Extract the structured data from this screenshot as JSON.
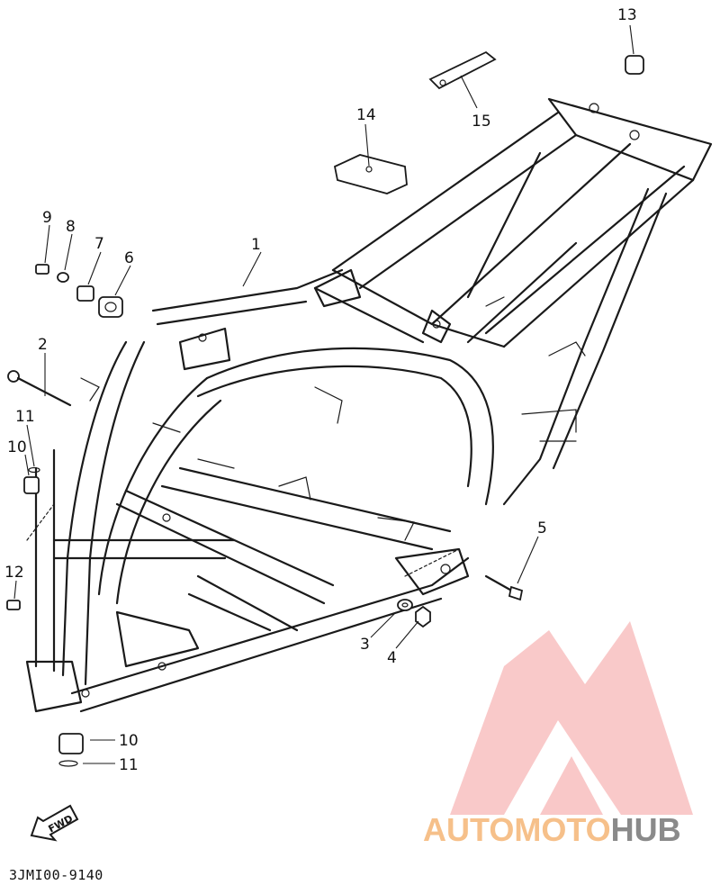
{
  "diagram_code": "3JMI00-9140",
  "fwd_label": "FWD",
  "watermark": {
    "text_part1": "AUTOMOTO",
    "text_part2": "HUB",
    "color_part1": "#f6c08a",
    "color_part2": "#8a8a8a",
    "logo_color": "#f28a8a"
  },
  "callouts": [
    "1",
    "2",
    "3",
    "4",
    "5",
    "6",
    "7",
    "8",
    "9",
    "10",
    "11",
    "12",
    "13",
    "14",
    "15",
    "10",
    "11"
  ]
}
